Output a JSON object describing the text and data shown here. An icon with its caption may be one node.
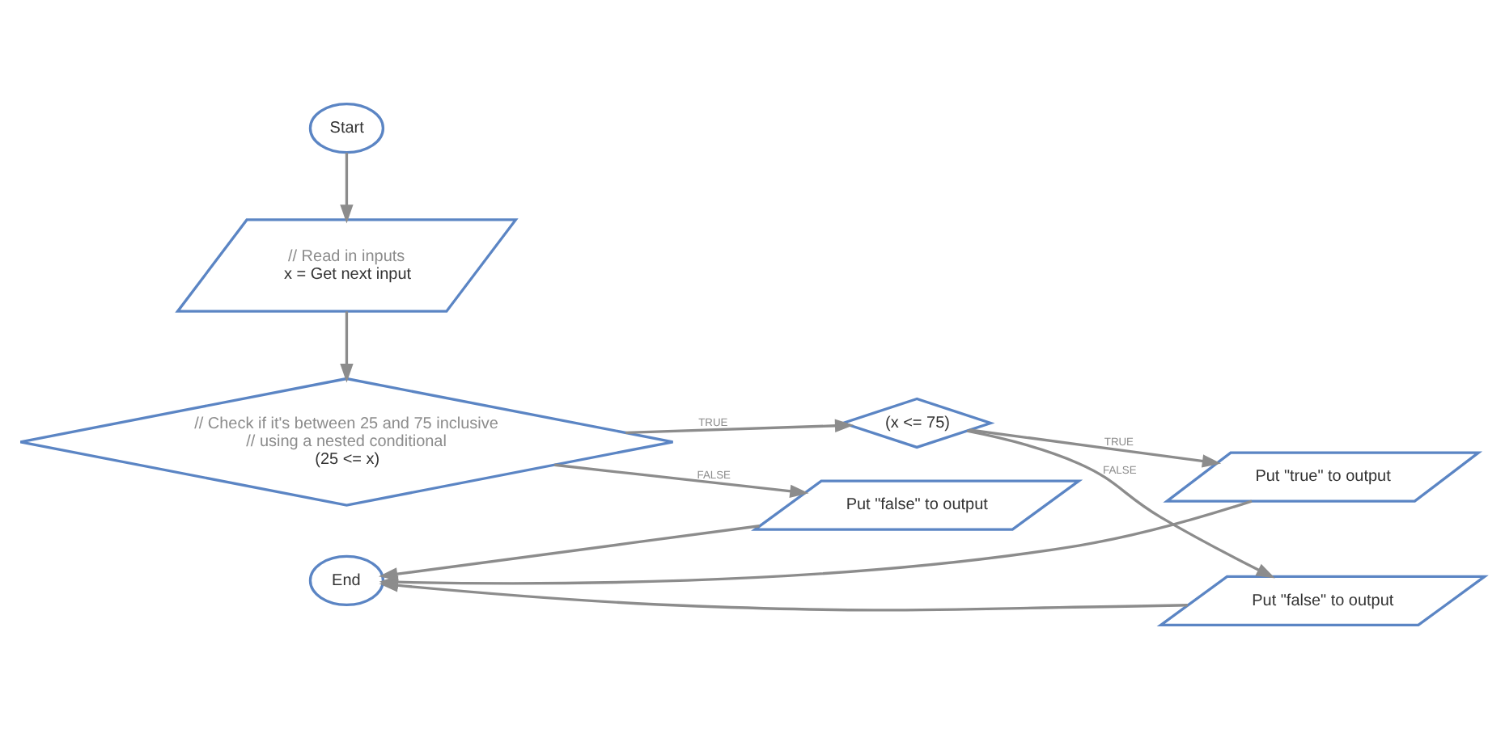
{
  "diagram": {
    "nodes": [
      {
        "text": [
          "Start"
        ]
      },
      {
        "text": [
          "// Read in inputs",
          "x = Get next input"
        ]
      },
      {
        "text": [
          "// Check if it's between 25 and 75 inclusive",
          "// using a nested conditional",
          "(25 <= x)"
        ]
      },
      {
        "text": [
          "(x <= 75)"
        ]
      },
      {
        "text": [
          "Put \"true\" to output"
        ]
      },
      {
        "text": [
          "Put \"false\" to output"
        ]
      },
      {
        "text": [
          "Put \"false\" to output"
        ]
      },
      {
        "text": [
          "End"
        ]
      }
    ],
    "edges": [
      {
        "from": 0,
        "to": 1,
        "arrow": "to"
      },
      {
        "from": 1,
        "to": 2,
        "arrow": "to"
      },
      {
        "from": 2,
        "to": 3,
        "label": "TRUE",
        "arrow": "to"
      },
      {
        "from": 3,
        "to": 4,
        "label": "TRUE",
        "arrow": "to"
      },
      {
        "from": 3,
        "to": 5,
        "label": "FALSE",
        "arrow": "to"
      },
      {
        "from": 2,
        "to": 6,
        "label": "FALSE",
        "arrow": "to"
      },
      {
        "from": 4,
        "to": 7,
        "arrow": "to"
      },
      {
        "from": 5,
        "to": 7,
        "arrow": "to"
      },
      {
        "from": 6,
        "to": 7,
        "arrow": "to"
      }
    ]
  }
}
